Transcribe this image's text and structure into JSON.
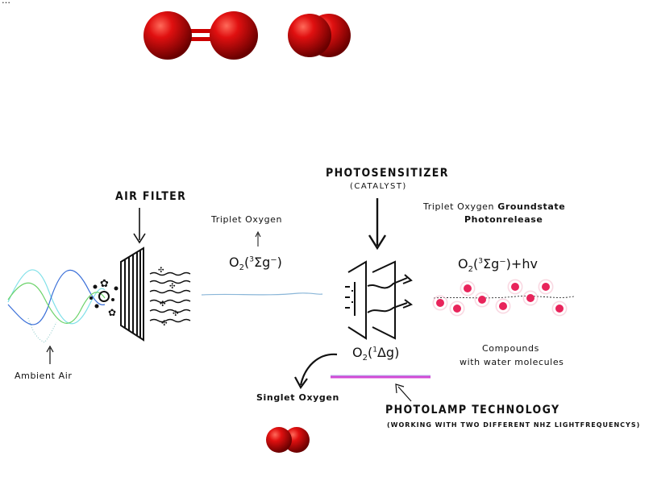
{
  "labels": {
    "air_filter": "AIR FILTER",
    "photosensitizer": "PHOTOSENSITIZER",
    "catalyst": "(CATALYST)",
    "triplet_oxygen": "Triplet Oxygen",
    "groundstate_prefix": "Triplet Oxygen ",
    "groundstate_bold": "Groundstate",
    "photonrelease": "Photonrelease",
    "compounds_line1": "Compounds",
    "compounds_line2": "with water molecules",
    "ambient_air": "Ambient Air",
    "singlet_oxygen": "Singlet Oxygen",
    "photolamp": "PHOTOLAMP TECHNOLOGY",
    "photolamp_sub": "(WORKING WITH TWO DIFFERENT NHZ LIGHTFREQUENCYS)",
    "top_partial": "…"
  },
  "formulas": {
    "triplet_left": {
      "base": "O",
      "sub": "2",
      "open": "(",
      "sup": "3",
      "term": "Σg",
      "sign": "⁻",
      "close": ")"
    },
    "triplet_right": {
      "base": "O",
      "sub": "2",
      "open": "(",
      "sup": "3",
      "term": "Σg",
      "sign": "⁻",
      "close": ")+hv"
    },
    "singlet": {
      "base": "O",
      "sub": "2",
      "open": "(",
      "sup": "1",
      "term": "Δg",
      "close": ")"
    }
  },
  "colors": {
    "molecule_red": "#e01010",
    "photolamp_magenta": "#d24bd6",
    "particle_pink": "#e8245b",
    "sine_blue": "#3a6fd8",
    "sine_green": "#6cd36a",
    "sine_cyan": "#7fe0e8",
    "connector_blue": "#8ab6d8"
  }
}
